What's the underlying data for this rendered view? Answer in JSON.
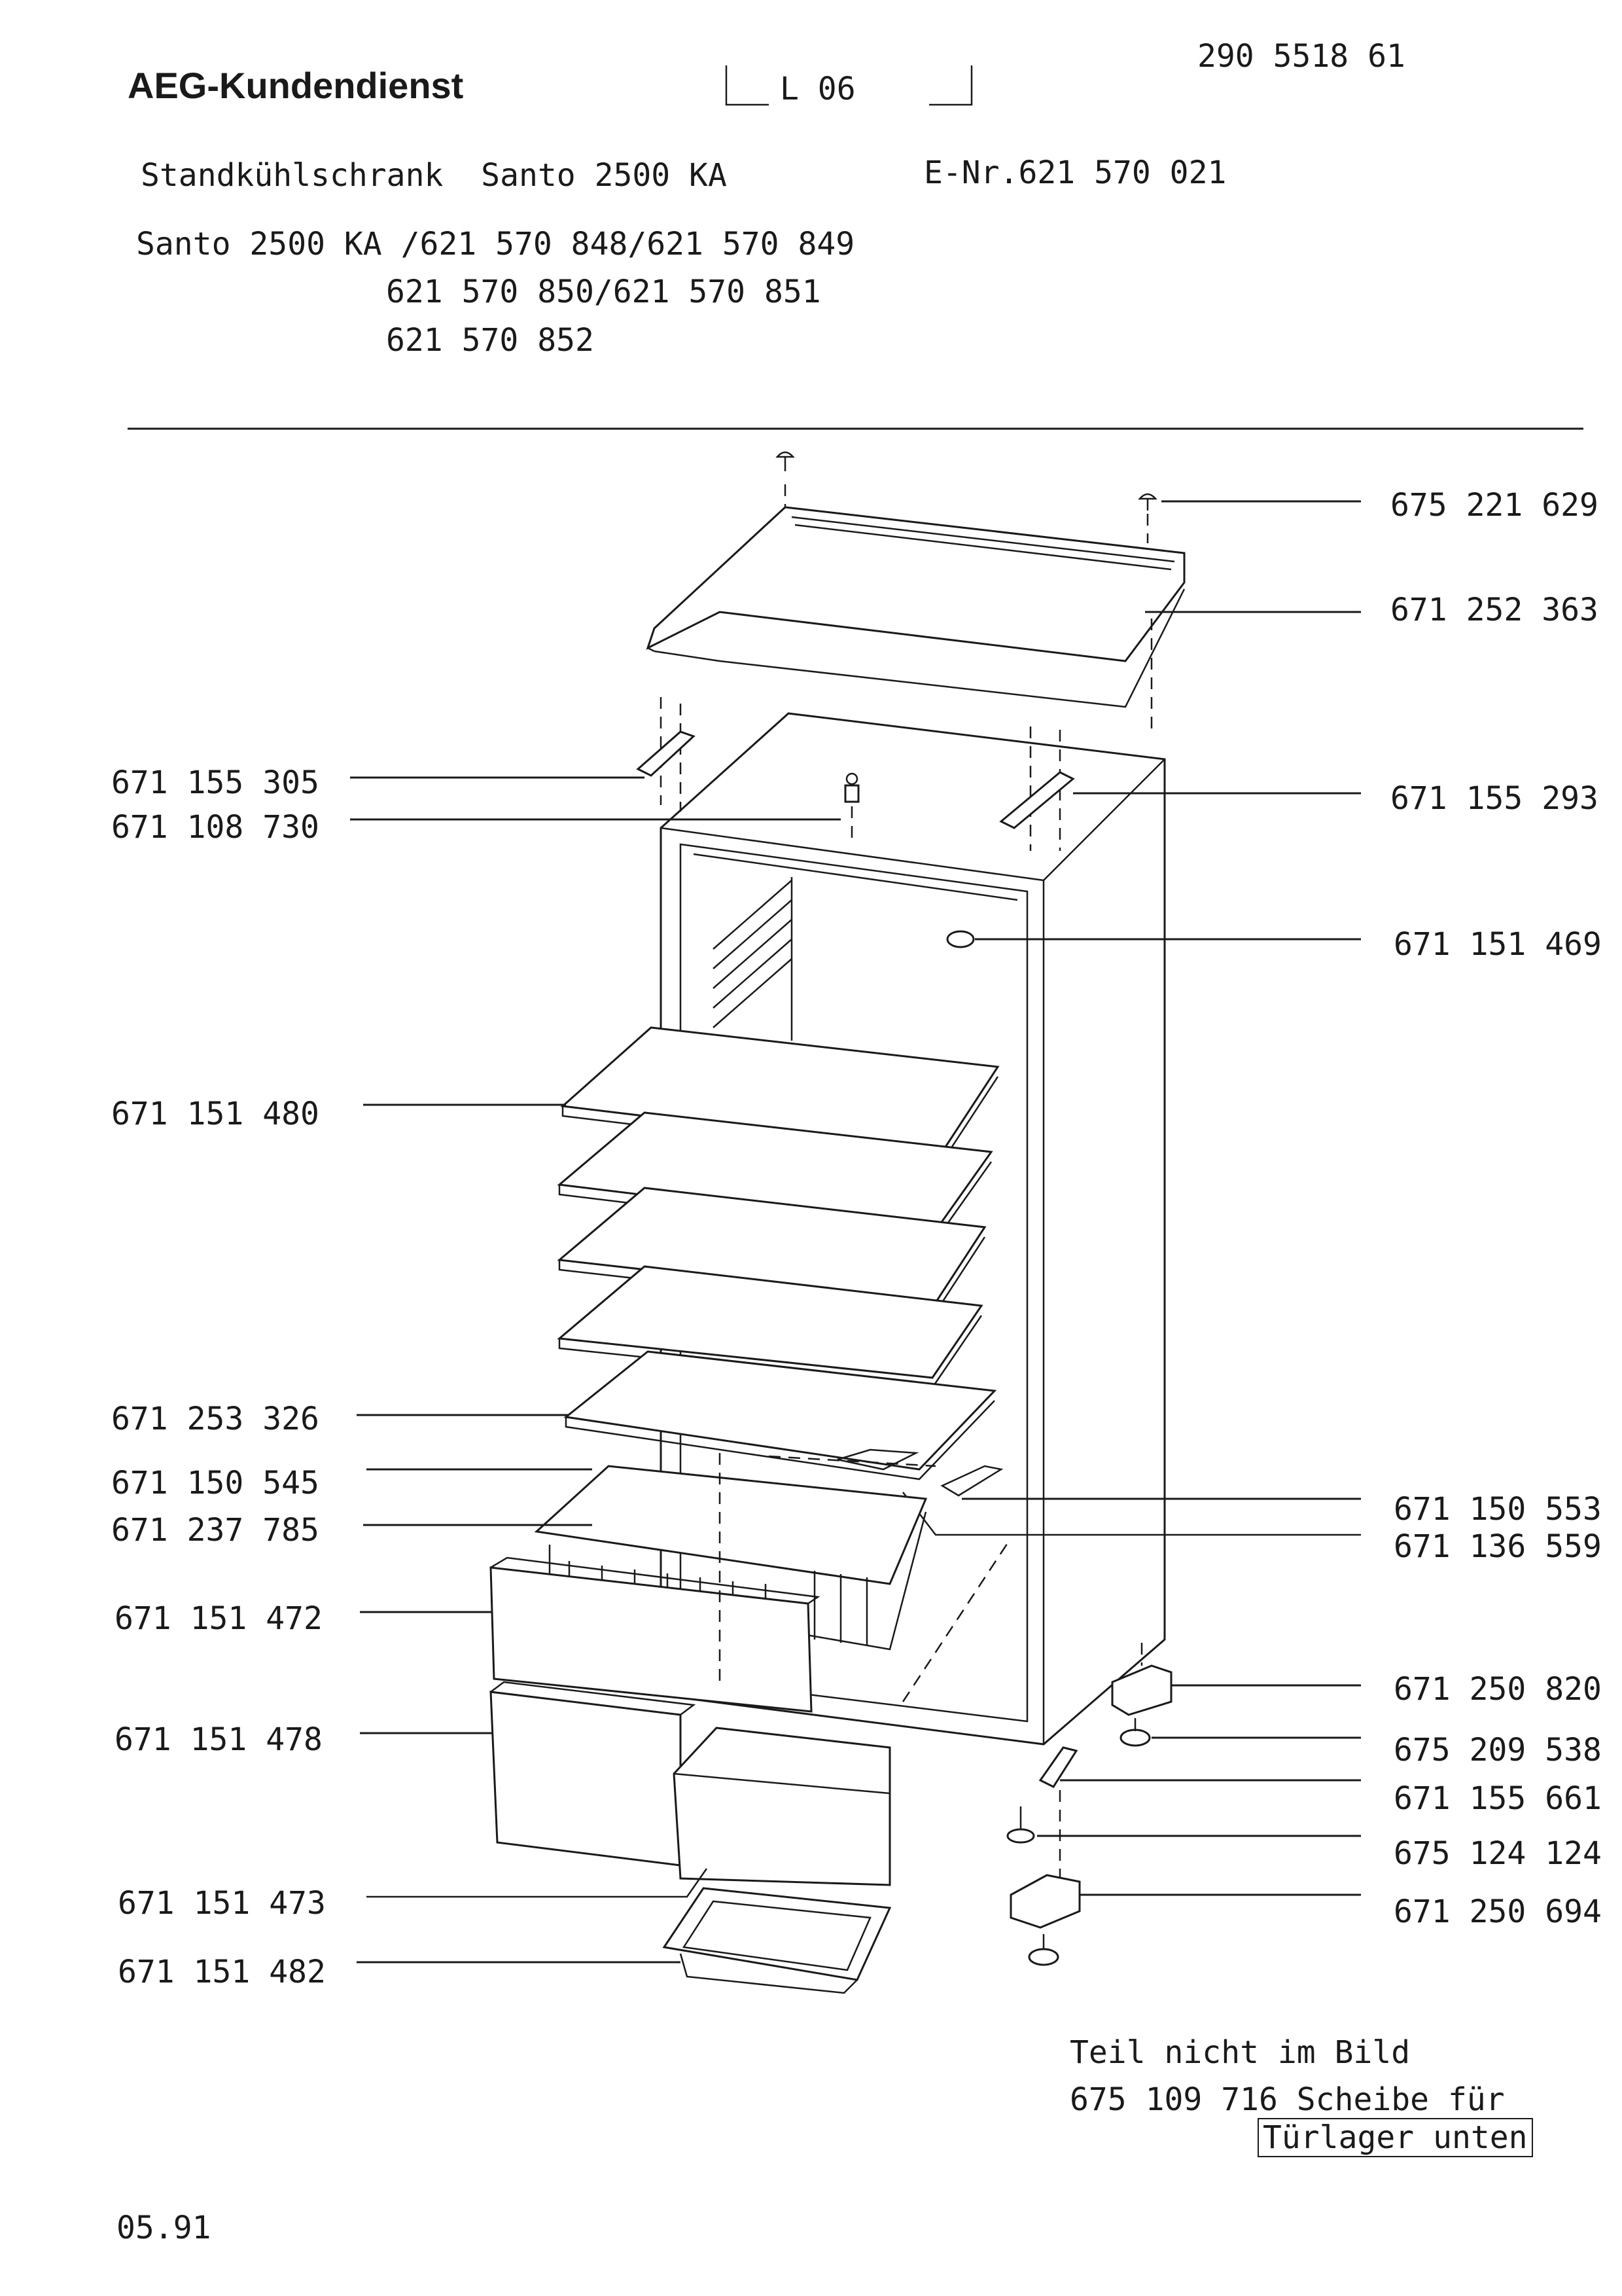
{
  "header": {
    "brand": "AEG-Kundendienst",
    "section_code": "L 06",
    "doc_number": "290 5518 61",
    "product_line": "Standkühlschrank  Santo 2500 KA",
    "e_number": "E-Nr.621 570 021",
    "variants": [
      "Santo 2500 KA /621 570 848/621 570 849",
      "621 570 850/621 570 851",
      "621 570 852"
    ]
  },
  "parts_left": [
    {
      "number": "671 155 305"
    },
    {
      "number": "671 108 730"
    },
    {
      "number": "671 151 480"
    },
    {
      "number": "671 253 326"
    },
    {
      "number": "671 150 545"
    },
    {
      "number": "671 237 785"
    },
    {
      "number": "671 151 472"
    },
    {
      "number": "671 151 478"
    },
    {
      "number": "671 151 473"
    },
    {
      "number": "671 151 482"
    }
  ],
  "parts_right": [
    {
      "number": "675 221 629"
    },
    {
      "number": "671 252 363"
    },
    {
      "number": "671 155 293"
    },
    {
      "number": "671 151 469"
    },
    {
      "number": "671 150 553"
    },
    {
      "number": "671 136 559"
    },
    {
      "number": "671 250 820"
    },
    {
      "number": "675 209 538"
    },
    {
      "number": "671 155 661"
    },
    {
      "number": "675 124 124"
    },
    {
      "number": "671 250 694"
    }
  ],
  "note": {
    "heading": "Teil nicht im Bild",
    "line1": "675 109 716 Scheibe für",
    "line2": "Türlager unten"
  },
  "footer": {
    "date": "05.91"
  }
}
